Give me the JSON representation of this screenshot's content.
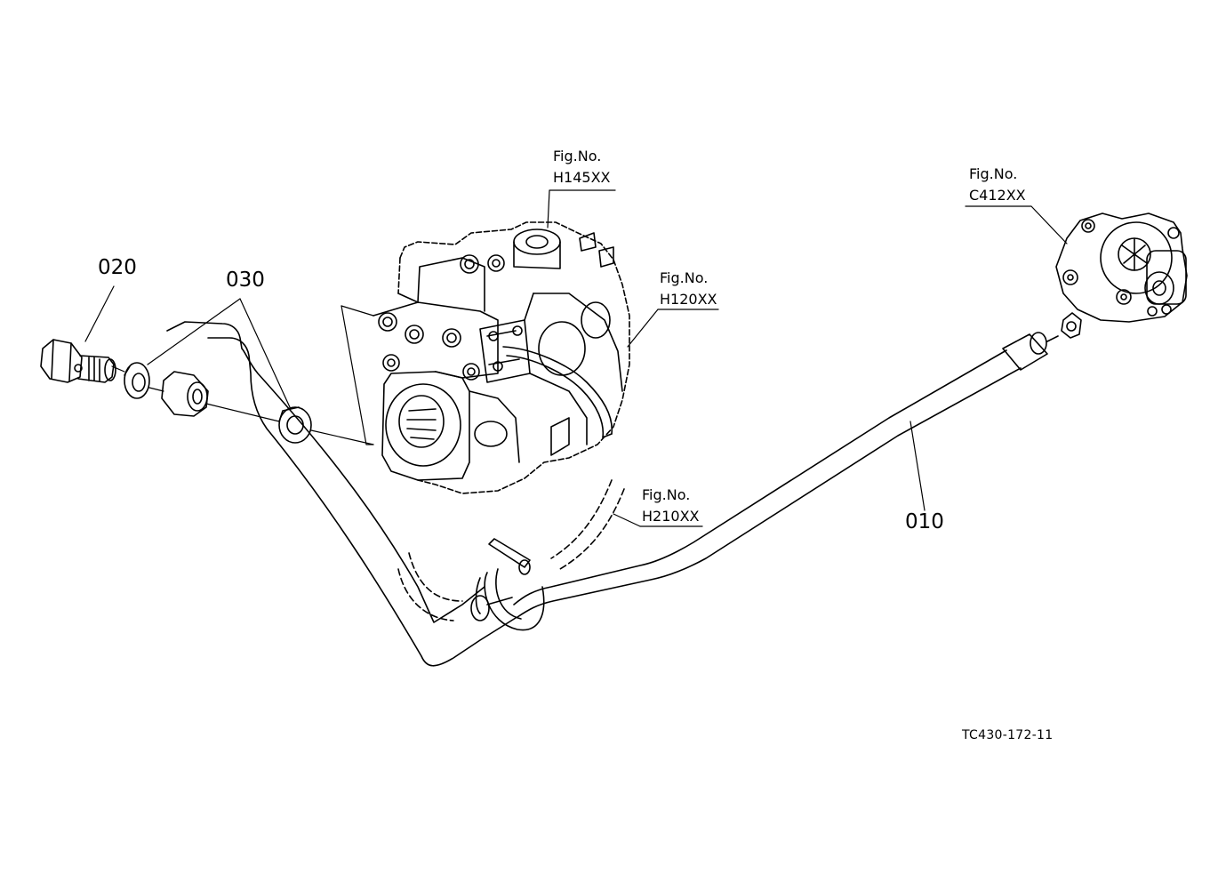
{
  "parts": {
    "p010": "010",
    "p020": "020",
    "p030": "030"
  },
  "figure_refs": {
    "h145": {
      "prefix": "Fig.No.",
      "code": "H145XX"
    },
    "h120": {
      "prefix": "Fig.No.",
      "code": "H120XX"
    },
    "c412": {
      "prefix": "Fig.No.",
      "code": "C412XX"
    },
    "h210": {
      "prefix": "Fig.No.",
      "code": "H210XX"
    }
  },
  "drawing_code": "TC430-172-11"
}
